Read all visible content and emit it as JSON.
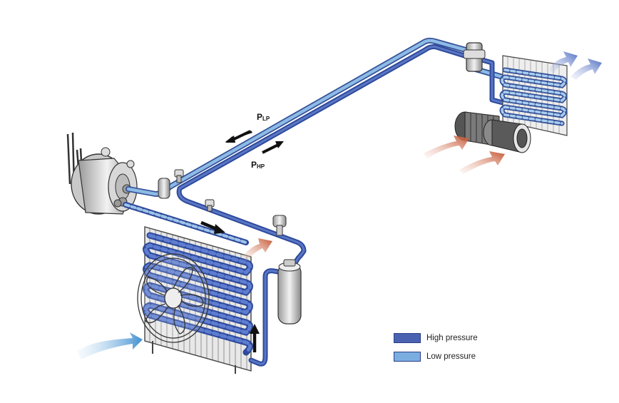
{
  "labels": {
    "p_low_main": "P",
    "p_low_sub": "LP",
    "p_high_main": "P",
    "p_high_sub": "HP"
  },
  "legend": [
    {
      "label": "High pressure",
      "color": "#4a63b0"
    },
    {
      "label": "Low pressure",
      "color": "#7aaee0"
    }
  ],
  "colors": {
    "high_pressure_pipe": "#3d5aa8",
    "low_pressure_pipe": "#8dbbe6",
    "warm_air": "#c85a3c",
    "cool_air": "#5a78c8",
    "intake_air": "#6aa6d8",
    "flow_arrow": "#1a1a1a"
  }
}
